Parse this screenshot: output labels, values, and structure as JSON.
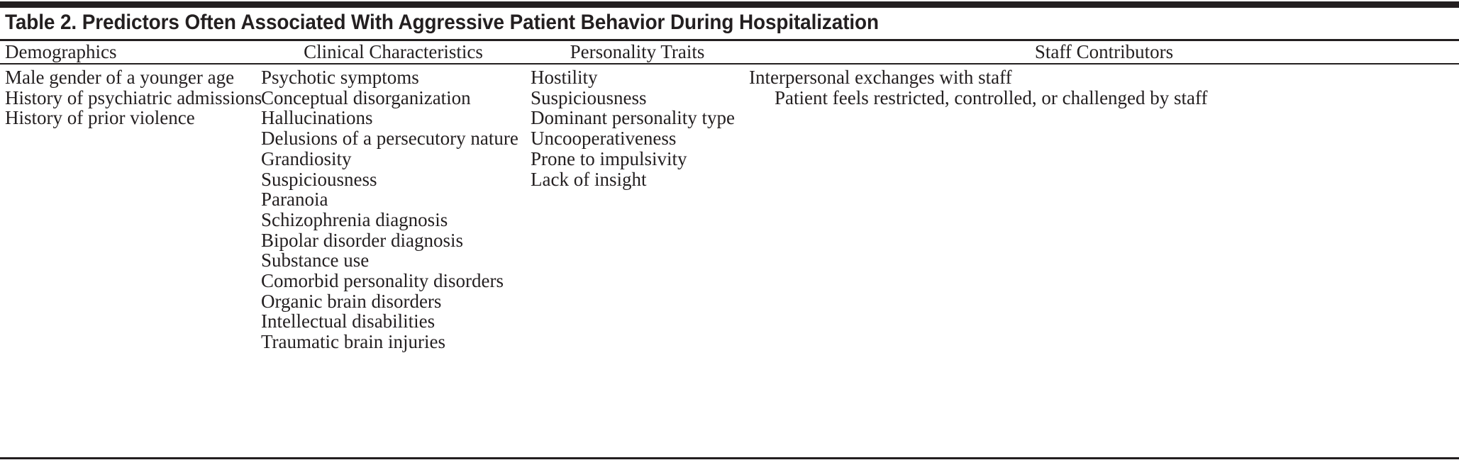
{
  "table": {
    "title": "Table 2. Predictors Often Associated With Aggressive Patient Behavior During Hospitalization",
    "columns": [
      {
        "header": "Demographics",
        "items": [
          "Male gender of a younger age",
          "History of psychiatric admissions",
          "History of prior violence"
        ]
      },
      {
        "header": "Clinical Characteristics",
        "items": [
          "Psychotic symptoms",
          "Conceptual disorganization",
          "Hallucinations",
          "Delusions of a persecutory nature",
          "Grandiosity",
          "Suspiciousness",
          "Paranoia",
          "Schizophrenia diagnosis",
          "Bipolar disorder diagnosis",
          "Substance use",
          "Comorbid personality disorders",
          "Organic brain disorders",
          "Intellectual disabilities",
          "Traumatic brain injuries"
        ]
      },
      {
        "header": "Personality Traits",
        "items": [
          "Hostility",
          "Suspiciousness",
          "Dominant personality type",
          "Uncooperativeness",
          "Prone to impulsivity",
          "Lack of insight"
        ]
      },
      {
        "header": "Staff Contributors",
        "items": [
          "Interpersonal exchanges with staff",
          "Patient feels restricted, controlled, or challenged by staff"
        ]
      }
    ]
  },
  "style": {
    "rule_color": "#231f20",
    "text_color": "#231f20",
    "background": "#ffffff"
  }
}
